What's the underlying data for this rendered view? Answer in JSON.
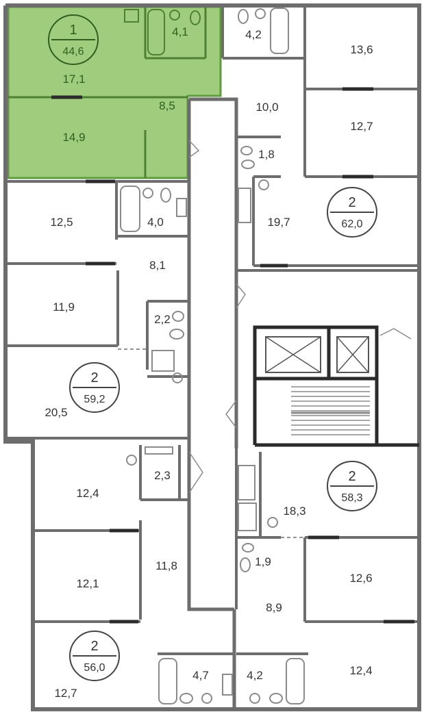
{
  "colors": {
    "wall": "#6d6d6d",
    "wall_dark": "#2b2b2b",
    "highlight_fill": "#9fcd7d",
    "highlight_stroke": "#5e9a3f",
    "fixture": "#8a8a8a"
  },
  "apartments": [
    {
      "rooms": "1",
      "area": "44,6",
      "highlighted": true
    },
    {
      "rooms": "2",
      "area": "62,0",
      "highlighted": false
    },
    {
      "rooms": "2",
      "area": "59,2",
      "highlighted": false
    },
    {
      "rooms": "2",
      "area": "58,3",
      "highlighted": false
    },
    {
      "rooms": "2",
      "area": "56,0",
      "highlighted": false
    }
  ],
  "rooms": [
    {
      "id": "a1-living",
      "area": "17,1",
      "apartment": 0
    },
    {
      "id": "a1-bath",
      "area": "4,1",
      "apartment": 0
    },
    {
      "id": "a1-hall",
      "area": "8,5",
      "apartment": 0
    },
    {
      "id": "a1-kitchen",
      "area": "14,9",
      "apartment": 0
    },
    {
      "id": "ne-bath",
      "area": "4,2",
      "apartment": 1
    },
    {
      "id": "ne-room-1",
      "area": "13,6",
      "apartment": 1
    },
    {
      "id": "ne-hall",
      "area": "10,0",
      "apartment": 1
    },
    {
      "id": "ne-room-2",
      "area": "12,7",
      "apartment": 1
    },
    {
      "id": "ne-wc",
      "area": "1,8",
      "apartment": 1
    },
    {
      "id": "ne-kitchen",
      "area": "19,7",
      "apartment": 1
    },
    {
      "id": "w-room-1",
      "area": "12,5",
      "apartment": 2
    },
    {
      "id": "w-bath",
      "area": "4,0",
      "apartment": 2
    },
    {
      "id": "w-hall",
      "area": "8,1",
      "apartment": 2
    },
    {
      "id": "w-room-2",
      "area": "11,9",
      "apartment": 2
    },
    {
      "id": "w-wc",
      "area": "2,2",
      "apartment": 2
    },
    {
      "id": "w-kitchen",
      "area": "20,5",
      "apartment": 2
    },
    {
      "id": "sw-wc",
      "area": "2,3",
      "apartment": 4
    },
    {
      "id": "sw-room-1",
      "area": "12,4",
      "apartment": 4
    },
    {
      "id": "sw-hall",
      "area": "11,8",
      "apartment": 4
    },
    {
      "id": "sw-room-2",
      "area": "12,1",
      "apartment": 4
    },
    {
      "id": "sw-bath",
      "area": "4,7",
      "apartment": 4
    },
    {
      "id": "sw-kitchen",
      "area": "12,7",
      "apartment": 4
    },
    {
      "id": "se-kitchen",
      "area": "18,3",
      "apartment": 3
    },
    {
      "id": "se-wc",
      "area": "1,9",
      "apartment": 3
    },
    {
      "id": "se-room-1",
      "area": "12,6",
      "apartment": 3
    },
    {
      "id": "se-hall",
      "area": "8,9",
      "apartment": 3
    },
    {
      "id": "se-bath",
      "area": "4,2",
      "apartment": 3
    },
    {
      "id": "se-room-2",
      "area": "12,4",
      "apartment": 3
    }
  ]
}
